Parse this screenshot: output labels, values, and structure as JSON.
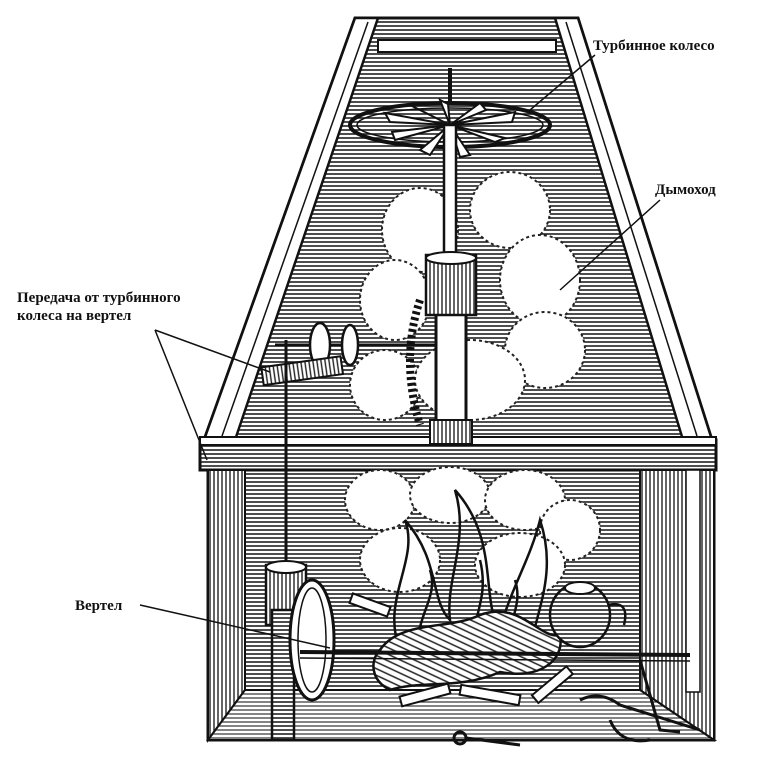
{
  "labels": {
    "turbine_wheel": "Турбинное колесо",
    "chimney": "Дымоход",
    "transmission_line1": "Передача от турбинного",
    "transmission_line2": "колеса на вертел",
    "spit": "Вертел"
  },
  "colors": {
    "ink": "#111111",
    "paper": "#ffffff",
    "hatch": "#222222"
  }
}
